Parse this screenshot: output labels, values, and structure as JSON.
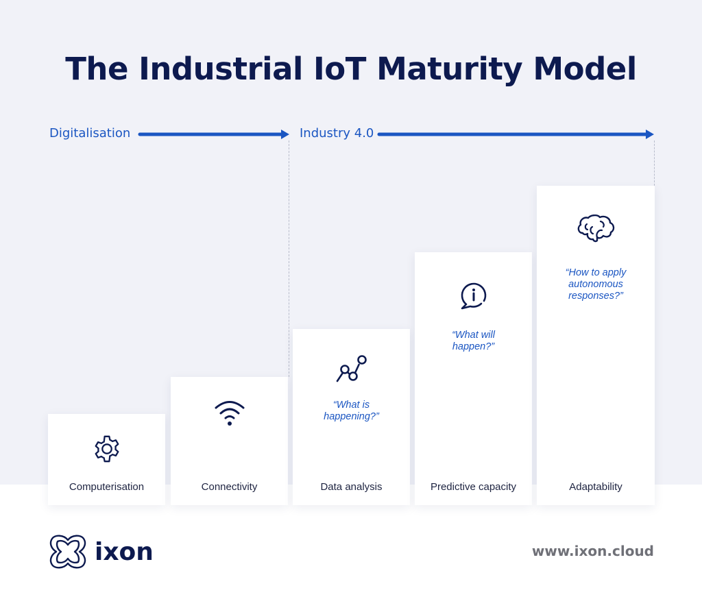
{
  "title": "The Industrial IoT Maturity Model",
  "colors": {
    "background_top": "#f1f2f8",
    "title": "#0d1a4f",
    "accent_blue": "#1b56c2",
    "card_label": "#1d2340",
    "url_gray": "#6f7077"
  },
  "phases": [
    {
      "label": "Digitalisation",
      "arrow": "arrow-right"
    },
    {
      "label": "Industry 4.0",
      "arrow": "arrow-right"
    }
  ],
  "stages": [
    {
      "label": "Computerisation",
      "icon": "gear-icon",
      "quote": ""
    },
    {
      "label": "Connectivity",
      "icon": "wifi-icon",
      "quote": ""
    },
    {
      "label": "Data analysis",
      "icon": "line-chart-icon",
      "quote": "“What is happening?”"
    },
    {
      "label": "Predictive capacity",
      "icon": "info-speech-bubble-icon",
      "quote": "“What will happen?”"
    },
    {
      "label": "Adaptability",
      "icon": "brain-icon",
      "quote": "“How to apply autonomous responses?”"
    }
  ],
  "footer": {
    "logo_text": "ixon",
    "url": "www.ixon.cloud"
  }
}
